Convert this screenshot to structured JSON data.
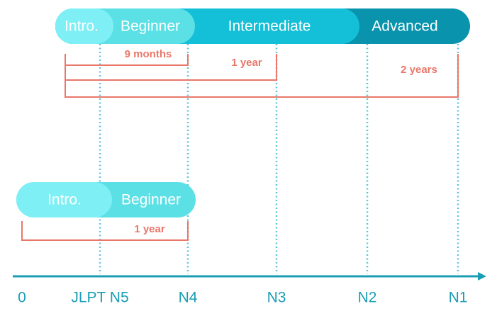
{
  "colors": {
    "intro": "#7ef0f5",
    "beginner": "#5be0e6",
    "intermediate": "#14bfd8",
    "advanced": "#0993ac",
    "guide": "#5ec4dd",
    "bracket": "#e9776a",
    "axis": "#1a9db5",
    "segment_text": "#ffffff"
  },
  "axis": {
    "labels": [
      "0",
      "JLPT N5",
      "N4",
      "N3",
      "N2",
      "N1"
    ]
  },
  "track_top": {
    "segments": [
      {
        "label": "Intro."
      },
      {
        "label": "Beginner"
      },
      {
        "label": "Intermediate"
      },
      {
        "label": "Advanced"
      }
    ],
    "durations": [
      {
        "label": "9 months"
      },
      {
        "label": "1 year"
      },
      {
        "label": "2 years"
      }
    ]
  },
  "track_bottom": {
    "segments": [
      {
        "label": "Intro."
      },
      {
        "label": "Beginner"
      }
    ],
    "durations": [
      {
        "label": "1 year"
      }
    ]
  }
}
